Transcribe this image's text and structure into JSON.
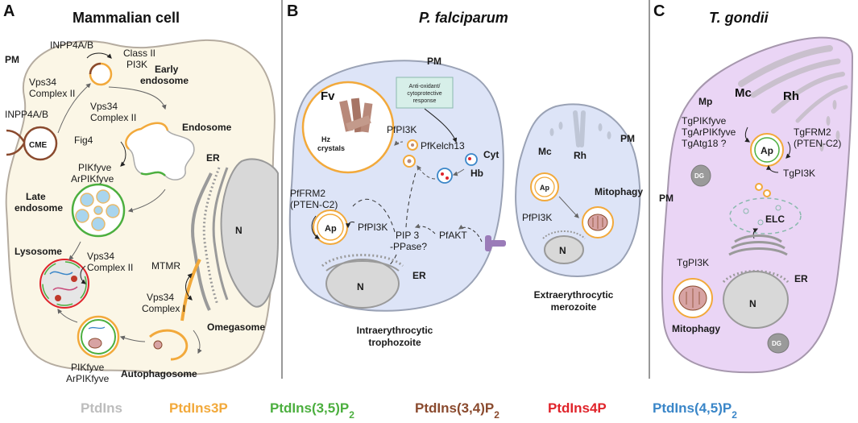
{
  "panels": {
    "a": {
      "letter": "A",
      "title": "Mammalian cell",
      "labels": {
        "pm": "PM",
        "inpp_top": "INPP4A/B",
        "class2_l1": "Class II",
        "class2_l2": "PI3K",
        "vps_a_l1": "Vps34",
        "vps_a_l2": "Complex II",
        "early_l1": "Early",
        "early_l2": "endosome",
        "inpp_left": "INPP4A/B",
        "vps_b_l1": "Vps34",
        "vps_b_l2": "Complex II",
        "endosome": "Endosome",
        "fig4": "Fig4",
        "cme": "CME",
        "pikfyve": "PIKfyve",
        "arpikfyve": "ArPIKfyve",
        "late_l1": "Late",
        "late_l2": "endosome",
        "er": "ER",
        "n": "N",
        "lysosome": "Lysosome",
        "vps_c_l1": "Vps34",
        "vps_c_l2": "Complex II",
        "mtmr": "MTMR",
        "vps_d_l1": "Vps34",
        "vps_d_l2": "Complex I",
        "omegasome": "Omegasome",
        "pikfyve2": "PIKfyve",
        "arpikfyve2": "ArPIKfyve",
        "autophagosome": "Autophagosome"
      }
    },
    "b": {
      "letter": "B",
      "title": "P. falciparum",
      "labels": {
        "pm": "PM",
        "fv": "Fv",
        "hz_l1": "Hz",
        "hz_l2": "crystals",
        "antiox_l1": "Anti-oxidant/",
        "antiox_l2": "cytoprotective",
        "antiox_l3": "response",
        "pfpi3k_top": "PfPI3K",
        "pfkelch": "PfKelch13",
        "cyt": "Cyt",
        "hb": "Hb",
        "pffrm2_l1": "PfFRM2",
        "pffrm2_l2": "(PTEN-C2)",
        "ap": "Ap",
        "pfpi3k_mid": "PfPI3K",
        "pip3_l1": "PIP 3",
        "pip3_l2": "-PPase?",
        "pfakt": "PfAKT",
        "n": "N",
        "er": "ER",
        "stage_l1": "Intraerythrocytic",
        "stage_l2": "trophozoite",
        "mc": "Mc",
        "rh": "Rh",
        "pm2": "PM",
        "ap2": "Ap",
        "mitophagy": "Mitophagy",
        "pfpi3k_mero": "PfPI3K",
        "n2": "N",
        "mero_l1": "Extraerythrocytic",
        "mero_l2": "merozoite"
      }
    },
    "c": {
      "letter": "C",
      "title": "T. gondii",
      "labels": {
        "mp": "Mp",
        "mc": "Mc",
        "rh": "Rh",
        "tgpikfyve": "TgPIKfyve",
        "tgarpikfyve": "TgArPIKfyve",
        "tgatg18": "TgAtg18 ?",
        "tgfrm2_l1": "TgFRM2",
        "tgfrm2_l2": "(PTEN-C2)",
        "ap": "Ap",
        "tgpi3k_mid": "TgPI3K",
        "dg1": "DG",
        "pm": "PM",
        "elc": "ELC",
        "tgpi3k_low": "TgPI3K",
        "er": "ER",
        "n": "N",
        "mitophagy": "Mitophagy",
        "dg2": "DG"
      }
    }
  },
  "legend": [
    {
      "text": "PtdIns",
      "sub": "",
      "color": "#bdbdbd"
    },
    {
      "text": "PtdIns3P",
      "sub": "",
      "color": "#f2a93b"
    },
    {
      "text": "PtdIns(3,5)P",
      "sub": "2",
      "color": "#4caf3f"
    },
    {
      "text": "PtdIns(3,4)P",
      "sub": "2",
      "color": "#8a4a2e"
    },
    {
      "text": "PtdIns4P",
      "sub": "",
      "color": "#e0242b"
    },
    {
      "text": "PtdIns(4,5)P",
      "sub": "2",
      "color": "#3a86c8"
    }
  ],
  "colors": {
    "mammal_fill": "#fbf6e6",
    "plasmodium_fill": "#dde4f7",
    "toxo_fill": "#ead5f5"
  }
}
